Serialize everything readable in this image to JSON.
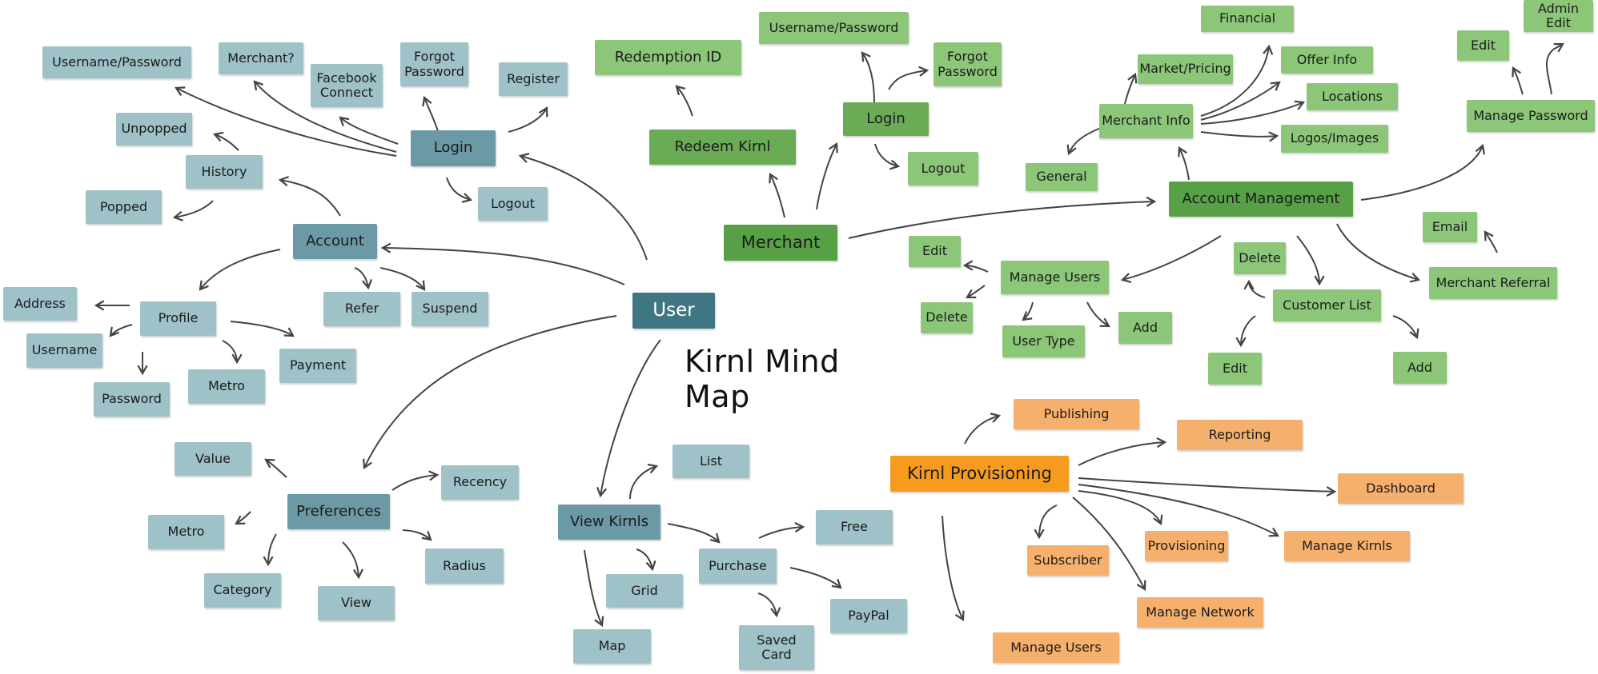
{
  "title": "Kirnl Mind Map",
  "colors": {
    "arrow": "#444444"
  },
  "user": {
    "center": "User",
    "login": {
      "label": "Login",
      "username_password": "Username/Password",
      "merchant_q": "Merchant?",
      "facebook": "Facebook\nConnect",
      "forgot": "Forgot\nPassword",
      "register": "Register",
      "logout": "Logout"
    },
    "account": {
      "label": "Account",
      "history": "History",
      "unpopped": "Unpopped",
      "popped": "Popped",
      "refer": "Refer",
      "suspend": "Suspend"
    },
    "profile": {
      "label": "Profile",
      "address": "Address",
      "username": "Username",
      "password": "Password",
      "metro": "Metro",
      "payment": "Payment"
    },
    "preferences": {
      "label": "Preferences",
      "value": "Value",
      "recency": "Recency",
      "metro": "Metro",
      "radius": "Radius",
      "category": "Category",
      "view": "View"
    },
    "view_kirnls": {
      "label": "View Kirnls",
      "list": "List",
      "grid": "Grid",
      "map": "Map",
      "purchase": "Purchase",
      "free": "Free",
      "paypal": "PayPal",
      "saved_card": "Saved\nCard"
    }
  },
  "merchant": {
    "center": "Merchant",
    "redeem": "Redeem Kirnl",
    "redemption_id": "Redemption ID",
    "login": {
      "label": "Login",
      "username_password": "Username/Password",
      "forgot": "Forgot\nPassword",
      "logout": "Logout"
    },
    "account_management": "Account Management",
    "merchant_info": {
      "label": "Merchant Info",
      "general": "General",
      "market_pricing": "Market/Pricing",
      "financial": "Financial",
      "offer_info": "Offer Info",
      "locations": "Locations",
      "logos_images": "Logos/Images"
    },
    "manage_password": {
      "label": "Manage Password",
      "edit": "Edit",
      "admin_edit": "Admin Edit"
    },
    "manage_users": {
      "label": "Manage Users",
      "edit": "Edit",
      "delete": "Delete",
      "user_type": "User Type",
      "add": "Add"
    },
    "customer_list": {
      "label": "Customer List",
      "delete": "Delete",
      "edit": "Edit",
      "add": "Add"
    },
    "merchant_referral": "Merchant Referral",
    "email": "Email"
  },
  "provisioning": {
    "center": "Kirnl Provisioning",
    "publishing": "Publishing",
    "reporting": "Reporting",
    "dashboard": "Dashboard",
    "manage_kirnls": "Manage Kirnls",
    "provisioning": "Provisioning",
    "subscriber": "Subscriber",
    "manage_network": "Manage Network",
    "manage_users": "Manage Users"
  }
}
